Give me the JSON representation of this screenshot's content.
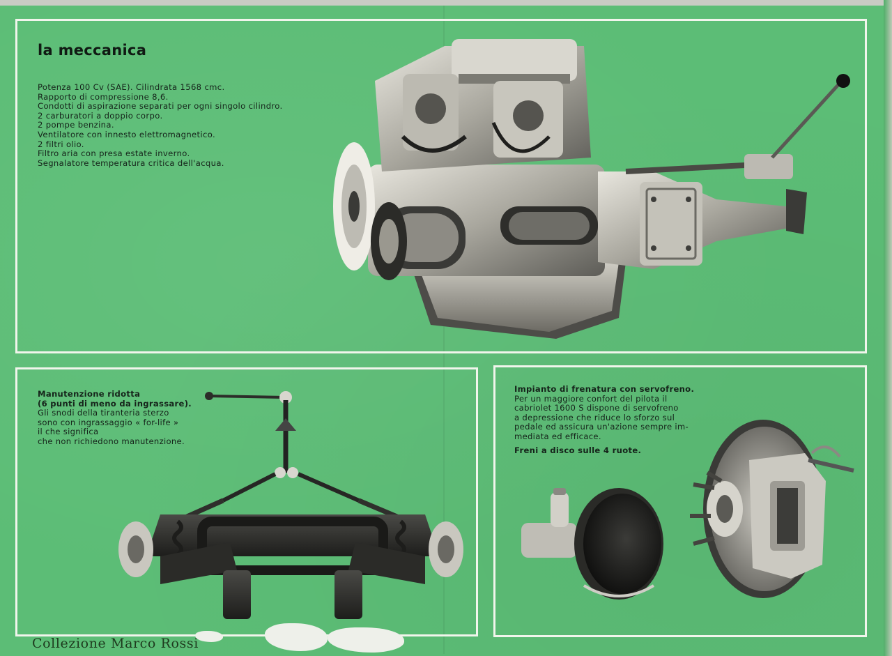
{
  "top_panel": {
    "title": "la meccanica",
    "specs": [
      "Potenza 100 Cv (SAE). Cilindrata 1568 cmc.",
      "Rapporto di compressione 8,6.",
      "Condotti di aspirazione separati per ogni singolo cilindro.",
      "2 carburatori a doppio corpo.",
      "2 pompe benzina.",
      "Ventilatore con innesto elettromagnetico.",
      "2 filtri olio.",
      "Filtro aria con presa estate inverno.",
      "Segnalatore temperatura critica dell'acqua."
    ]
  },
  "left_panel": {
    "heading_line1": "Manutenzione ridotta",
    "heading_line2": "(6 punti di meno da ingrassare).",
    "body": [
      "Gli snodi della tiranteria sterzo",
      "sono con ingrassaggio « for-life »",
      "il che significa",
      "che non richiedono manutenzione."
    ]
  },
  "right_panel": {
    "heading": "Impianto di frenatura con servofreno.",
    "body": [
      "Per un maggiore confort del pilota il",
      "cabriolet 1600 S dispone di servofreno",
      "a depressione che riduce lo sforzo sul",
      "pedale ed assicura un'azione sempre im-",
      "mediata ed efficace."
    ],
    "footer": "Freni a disco sulle 4 ruote."
  },
  "watermark": "Collezione Marco Rossi",
  "colors": {
    "page_green": "#5cbd76",
    "frame_white": "#f1f5ec",
    "text_dark": "#15231a"
  }
}
